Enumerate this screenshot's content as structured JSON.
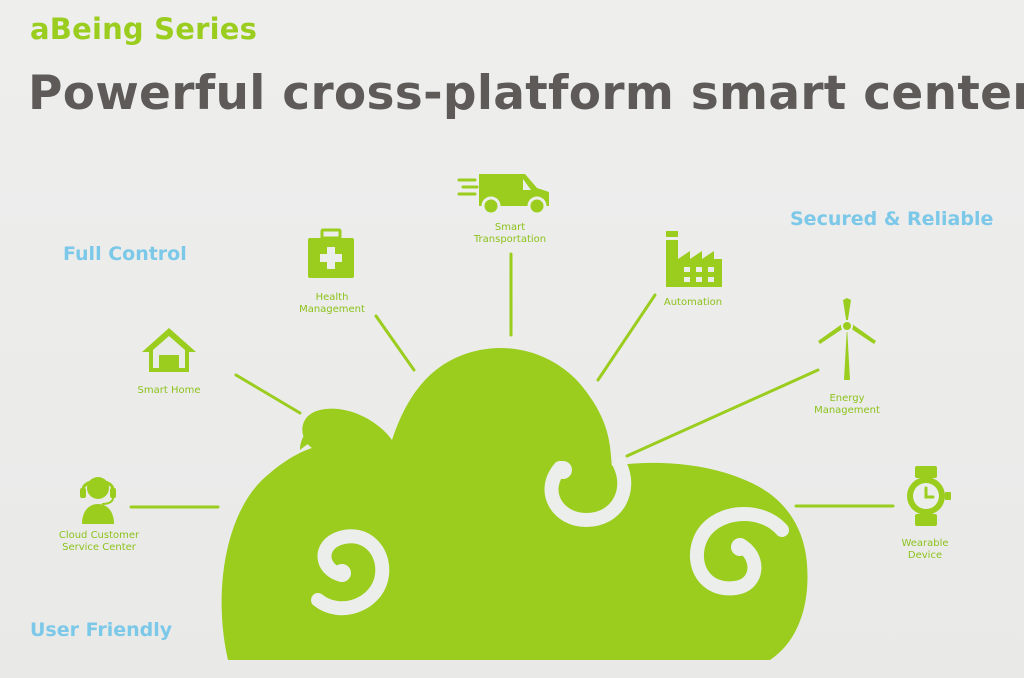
{
  "header": {
    "series": "aBeing Series",
    "title": "Powerful cross-platform smart center"
  },
  "features": {
    "full_control": "Full Control",
    "secured": "Secured & Reliable",
    "user_friendly": "User Friendly"
  },
  "nodes": {
    "smart_home": "Smart Home",
    "health": "Health\nManagement",
    "transport": "Smart\nTransportation",
    "automation": "Automation",
    "energy": "Energy\nManagement",
    "wearable": "Wearable\nDevice",
    "cloud_service": "Cloud Customer\nService Center"
  },
  "colors": {
    "accent_green": "#9acd1e",
    "feature_blue": "#7cc8e8",
    "title_gray": "#5d5a57",
    "background": "#ecedec"
  },
  "icons": [
    "house-icon",
    "first-aid-kit-icon",
    "delivery-van-icon",
    "factory-icon",
    "wind-turbine-icon",
    "wristwatch-icon",
    "headset-agent-icon",
    "cloud-icon"
  ]
}
